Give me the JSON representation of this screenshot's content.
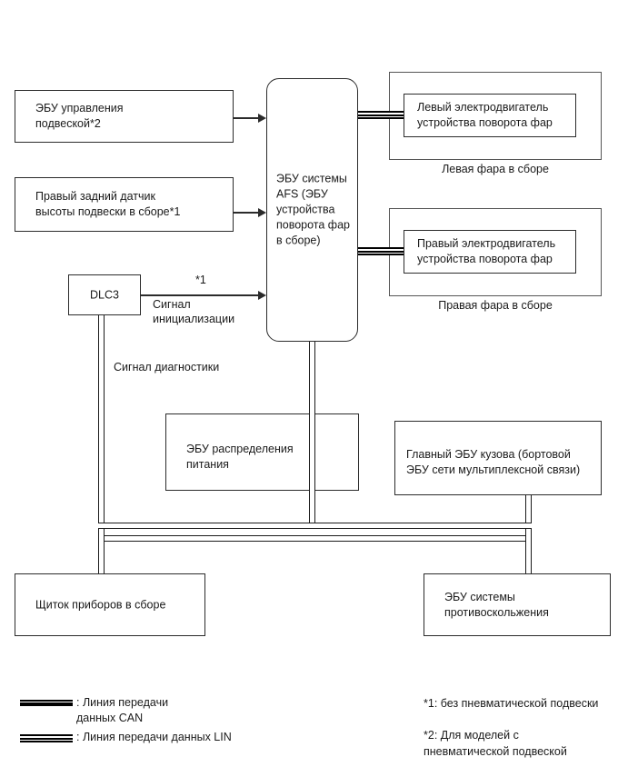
{
  "diagram": {
    "title": "AFS system wiring diagram",
    "boxes": {
      "suspension_ecu": "ЭБУ управления\nподвеской*2",
      "rear_height_sensor": "Правый задний датчик\nвысоты подвески в сборе*1",
      "afs_ecu": "ЭБУ системы\nAFS (ЭБУ\nустройства\nповорота фар\nв сборе)",
      "left_motor": "Левый электродвигатель\nустройства поворота фар",
      "right_motor": "Правый электродвигатель\nустройства поворота фар",
      "dlc3": "DLC3",
      "power_distribution_ecu": "ЭБУ распределения\nпитания",
      "main_body_ecu": "Главный ЭБУ кузова (бортовой\nЭБУ сети мультиплексной связи)",
      "combination_meter": "Щиток приборов в сборе",
      "skid_control_ecu": "ЭБУ системы\nпротивоскольжения"
    },
    "captions": {
      "left_headlamp": "Левая фара в сборе",
      "right_headlamp": "Правая фара в сборе"
    },
    "signals": {
      "asterisk_one": "*1",
      "initialization": "Сигнал\nинициализации",
      "diagnostics": "Сигнал диагностики"
    },
    "legend": {
      "can": ": Линия передачи\n   данных CAN",
      "lin": ": Линия передачи данных LIN"
    },
    "notes": {
      "note1": "*1: без пневматической подвески",
      "note2": "*2: Для моделей с\nпневматической подвеской"
    }
  }
}
